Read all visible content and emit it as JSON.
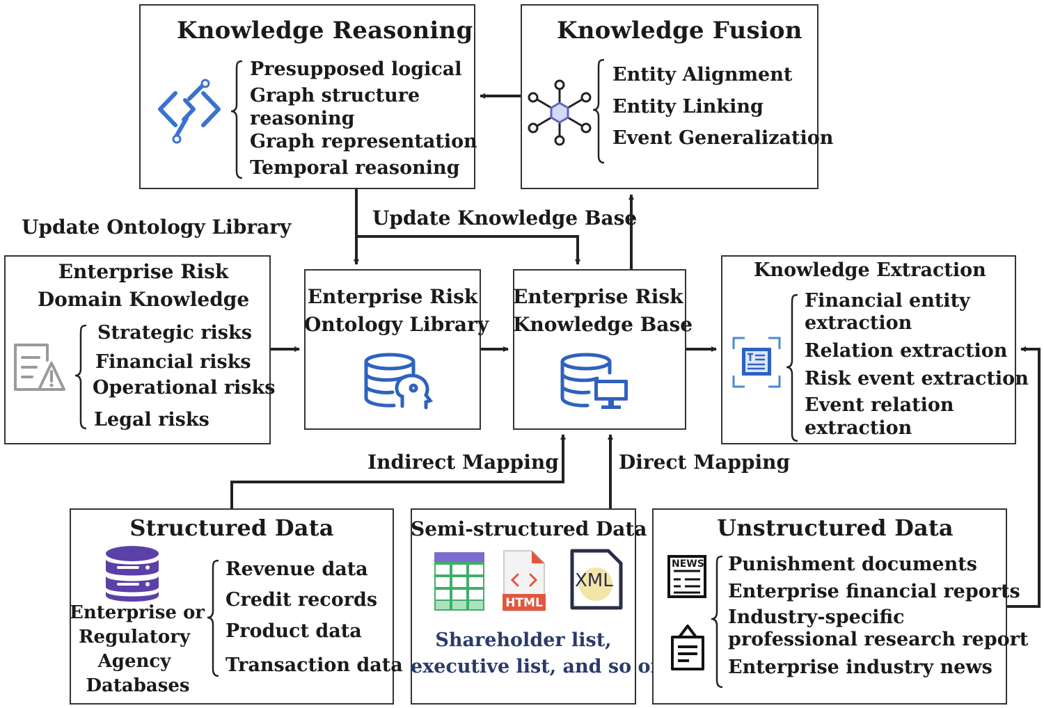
{
  "reasoning": {
    "title": "Knowledge Reasoning",
    "items": [
      "Presupposed logical",
      "Graph structure",
      "reasoning",
      "Graph representation",
      "Temporal reasoning"
    ]
  },
  "fusion": {
    "title": "Knowledge Fusion",
    "items": [
      "Entity Alignment",
      "Entity Linking",
      "Event Generalization"
    ]
  },
  "labels": {
    "update_ontology": "Update Ontology Library",
    "update_kb": "Update Knowledge Base",
    "indirect_mapping": "Indirect Mapping",
    "direct_mapping": "Direct Mapping"
  },
  "domain": {
    "title_line1": "Enterprise Risk",
    "title_line2": "Domain Knowledge",
    "items": [
      "Strategic risks",
      "Financial risks",
      "Operational risks",
      "Legal risks"
    ]
  },
  "ontology": {
    "title_line1": "Enterprise Risk",
    "title_line2": "Ontology Library"
  },
  "kb": {
    "title_line1": "Enterprise Risk",
    "title_line2": "Knowledge Base"
  },
  "extraction": {
    "title": "Knowledge Extraction",
    "items": [
      "Financial entity",
      "extraction",
      "Relation extraction",
      "Risk event extraction",
      "Event relation",
      "extraction"
    ]
  },
  "structured": {
    "title": "Structured Data",
    "source": [
      "Enterprise or",
      "Regulatory",
      "Agency",
      "Databases"
    ],
    "items": [
      "Revenue data",
      "Credit records",
      "Product data",
      "Transaction data"
    ]
  },
  "semi": {
    "title": "Semi-structured Data",
    "caption": [
      "Shareholder list,",
      "executive list, and so on"
    ],
    "html_label": "HTML",
    "xml_label": "XML"
  },
  "unstructured": {
    "title": "Unstructured Data",
    "news_label": "NEWS",
    "items": [
      "Punishment documents",
      "Enterprise financial reports",
      "Industry-specific",
      "professional research report",
      "Enterprise industry news"
    ]
  },
  "colors": {
    "blue_icon": "#2e62c0",
    "light_blue_icon": "#4b8ad6",
    "purple_db": "#5b40a8",
    "green_table": "#3fae6a",
    "orange_html": "#e4563b",
    "caption_blue": "#2a3a6a",
    "gray_icon": "#9a9a9a"
  }
}
